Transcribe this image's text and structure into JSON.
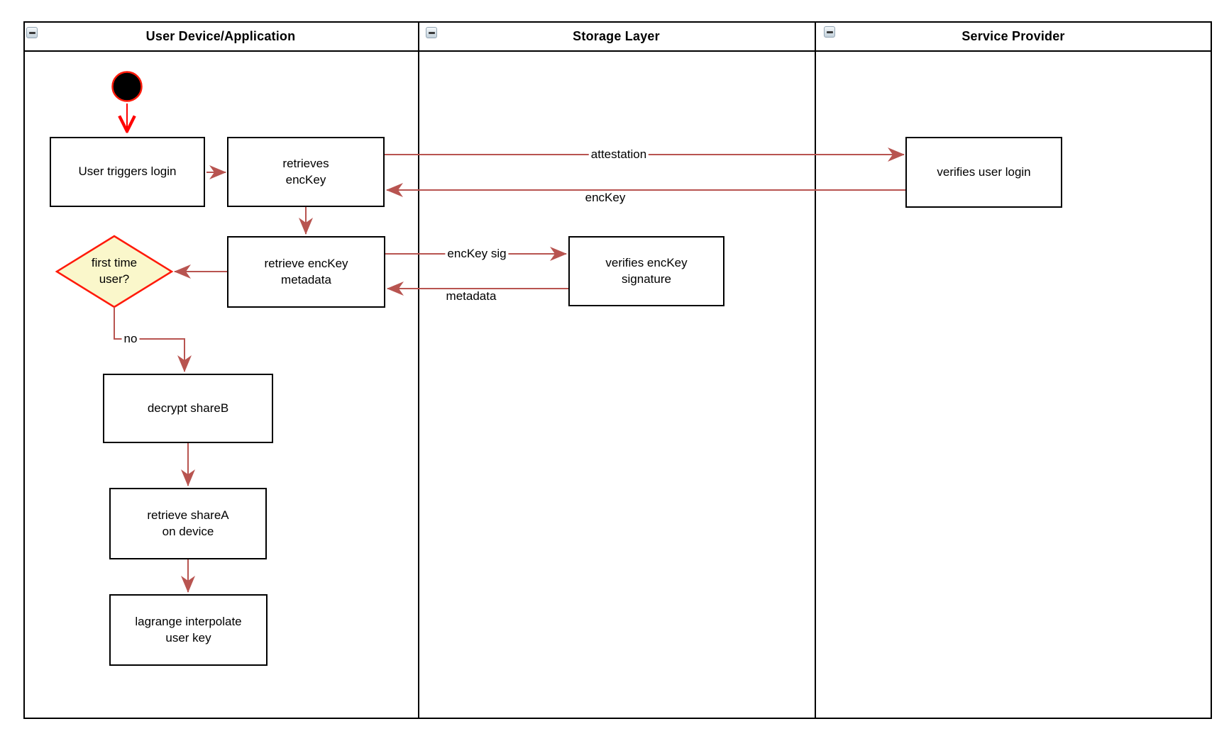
{
  "lanes": [
    {
      "title": "User Device/Application"
    },
    {
      "title": "Storage Layer"
    },
    {
      "title": "Service Provider"
    }
  ],
  "icons": {
    "collapse": "minus"
  },
  "nodes": {
    "user_triggers_login": "User triggers login",
    "retrieves_enckey": "retrieves\nencKey",
    "retrieve_enckey_metadata": "retrieve encKey\nmetadata",
    "first_time_user": "first time\nuser?",
    "decrypt_shareb": "decrypt shareB",
    "retrieve_sharea_on_device": "retrieve shareA\non device",
    "lagrange_interpolate_user_key": "lagrange interpolate\nuser key",
    "verifies_enckey_signature": "verifies encKey\nsignature",
    "verifies_user_login": "verifies user login"
  },
  "edge_labels": {
    "attestation": "attestation",
    "enckey": "encKey",
    "enckey_sig": "encKey sig",
    "metadata": "metadata",
    "no": "no"
  },
  "colors": {
    "edge_arrow": "#B85450",
    "start_accent": "#FF0000",
    "decision_fill": "#FAF7CB",
    "decision_border": "#FF1A0A",
    "node_border": "#000000",
    "background": "#FFFFFF"
  }
}
